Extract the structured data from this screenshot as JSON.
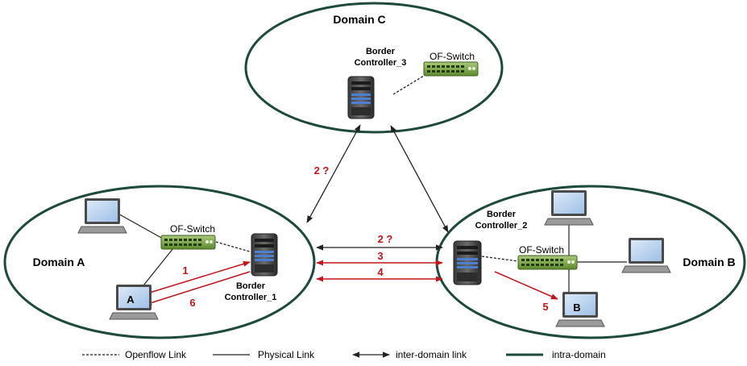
{
  "domains": {
    "c": {
      "label": "Domain C"
    },
    "a": {
      "label": "Domain A"
    },
    "b": {
      "label": "Domain B"
    }
  },
  "controllers": {
    "bc3": {
      "line1": "Border",
      "line2": "Controller_3"
    },
    "bc1": {
      "line1": "Border",
      "line2": "Controller_1"
    },
    "bc2": {
      "line1": "Border",
      "line2": "Controller_2"
    }
  },
  "switches": {
    "c": "OF-Switch",
    "a": "OF-Switch",
    "b": "OF-Switch"
  },
  "hosts": {
    "a": "A",
    "b": "B"
  },
  "steps": {
    "s1": "1",
    "s2_left": "2 ?",
    "s2_mid": "2 ?",
    "s3": "3",
    "s4": "4",
    "s5": "5",
    "s6": "6"
  },
  "legend": {
    "openflow": "Openflow Link",
    "physical": "Physical Link",
    "inter": "inter-domain link",
    "intra": "intra-domain"
  },
  "colors": {
    "domain_outline": "#1d4a3c",
    "message_arrow": "#c0161c",
    "switch_green": "#6f9a3a"
  }
}
